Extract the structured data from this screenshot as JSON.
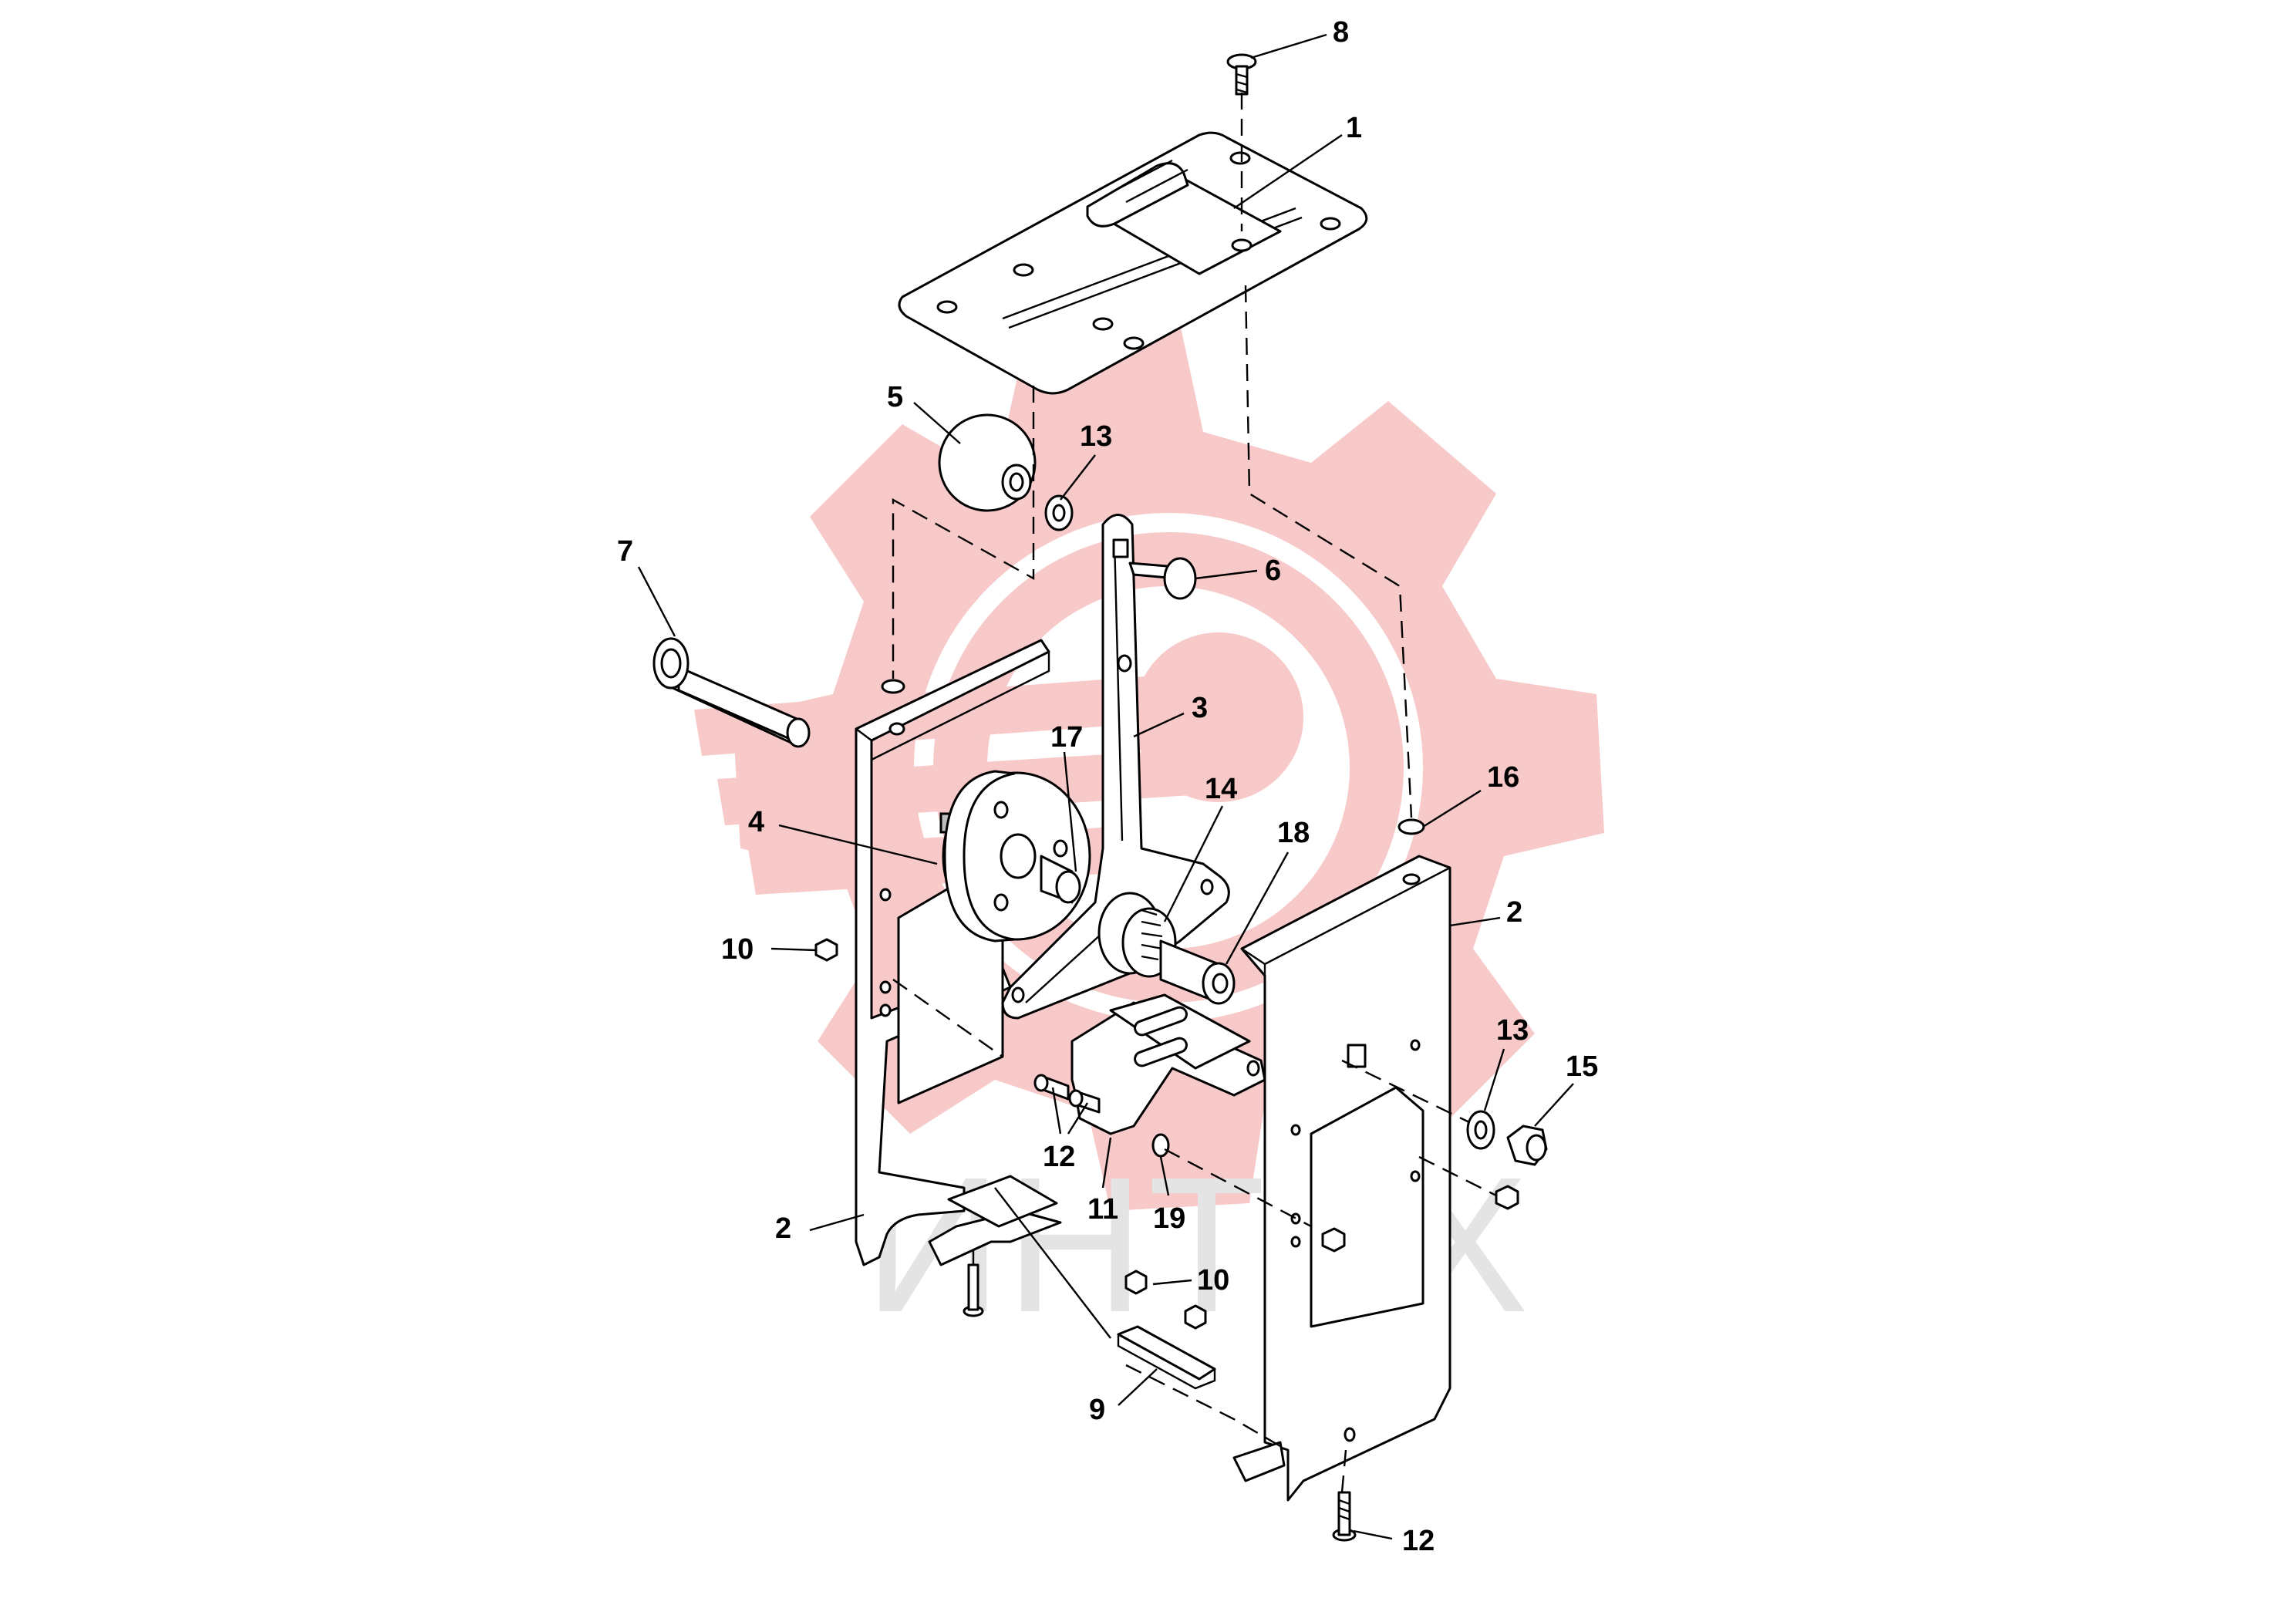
{
  "watermark": {
    "text": "ИНТЕХ",
    "logo_color": "#f7c9c9",
    "text_color": "#e4e4e4"
  },
  "callouts": [
    {
      "id": "c8",
      "label": "8"
    },
    {
      "id": "c1",
      "label": "1"
    },
    {
      "id": "c5",
      "label": "5"
    },
    {
      "id": "c13a",
      "label": "13"
    },
    {
      "id": "c6",
      "label": "6"
    },
    {
      "id": "c7",
      "label": "7"
    },
    {
      "id": "c3",
      "label": "3"
    },
    {
      "id": "c17",
      "label": "17"
    },
    {
      "id": "c14",
      "label": "14"
    },
    {
      "id": "c16",
      "label": "16"
    },
    {
      "id": "c4",
      "label": "4"
    },
    {
      "id": "c18",
      "label": "18"
    },
    {
      "id": "c2a",
      "label": "2"
    },
    {
      "id": "c10a",
      "label": "10"
    },
    {
      "id": "c13b",
      "label": "13"
    },
    {
      "id": "c15",
      "label": "15"
    },
    {
      "id": "c12a",
      "label": "12"
    },
    {
      "id": "c11",
      "label": "11"
    },
    {
      "id": "c19",
      "label": "19"
    },
    {
      "id": "c2b",
      "label": "2"
    },
    {
      "id": "c10b",
      "label": "10"
    },
    {
      "id": "c9",
      "label": "9"
    },
    {
      "id": "c12b",
      "label": "12"
    }
  ]
}
